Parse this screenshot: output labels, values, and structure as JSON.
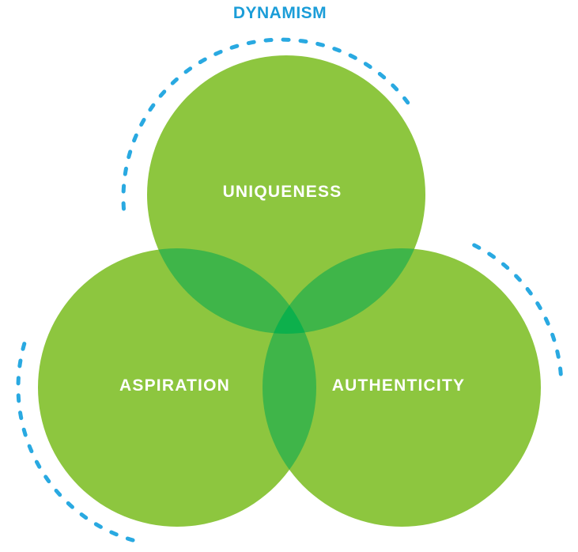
{
  "diagram": {
    "title": "DYNAMISM",
    "regions": {
      "top": {
        "label": "UNIQUENESS"
      },
      "left": {
        "label": "ASPIRATION"
      },
      "right": {
        "label": "AUTHENTICITY"
      }
    },
    "colors": {
      "circle_fill": "#8DC63F",
      "overlap_fill": "#3FB549",
      "core_fill": "#0DB04C",
      "dash_stroke": "#29A9E1",
      "title_color": "#1B9DD8",
      "label_color": "#FFFFFF"
    }
  }
}
